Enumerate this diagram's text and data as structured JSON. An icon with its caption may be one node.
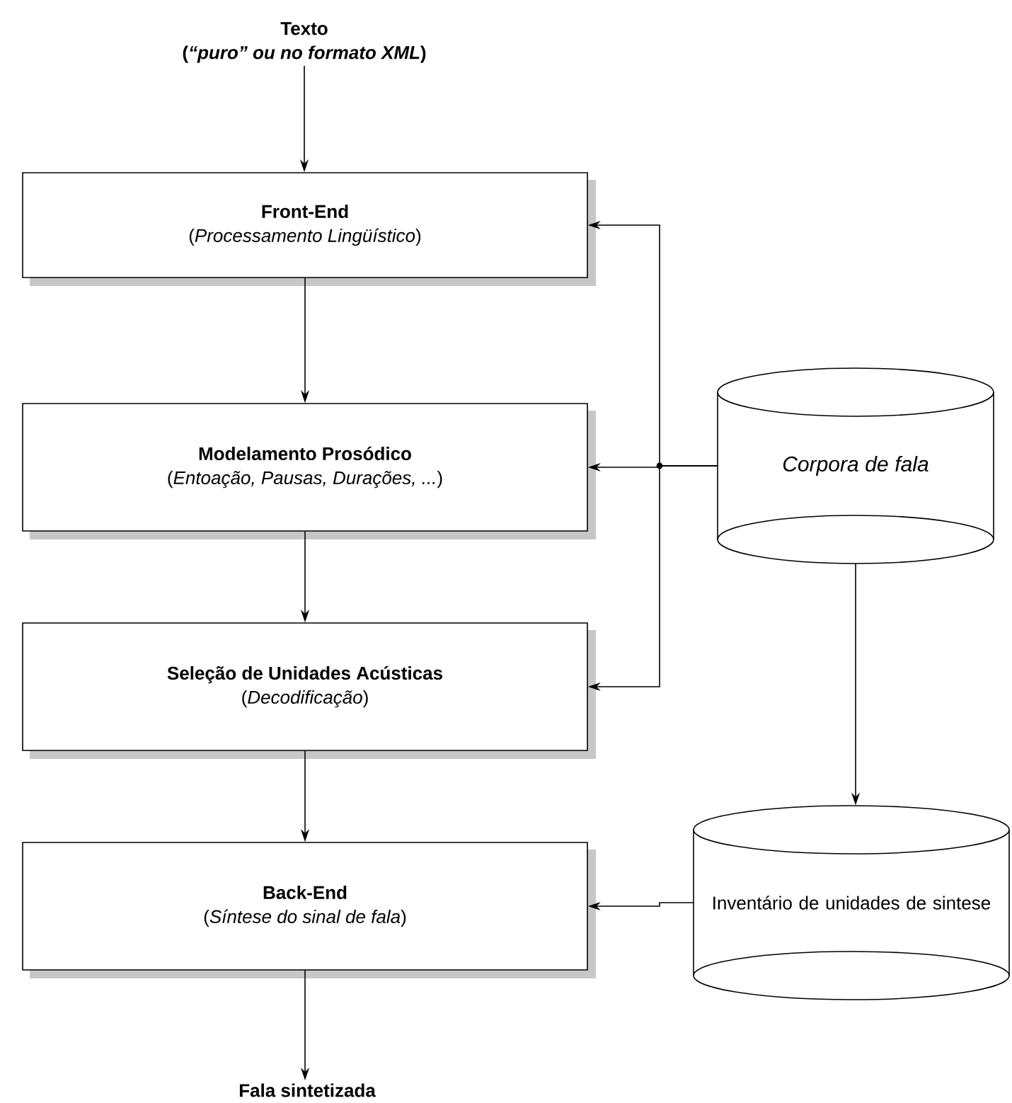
{
  "diagram": {
    "nodes": [
      {
        "text": [
          "Texto",
          "(*“puro” ou no formato XML*)"
        ]
      },
      {
        "text": [
          "Front-End",
          "(*Processamento Lingüístico*)"
        ]
      },
      {
        "text": [
          "Modelamento Prosódico",
          "(*Entoação, Pausas, Durações, ...*)"
        ]
      },
      {
        "text": [
          "Seleção de Unidades Acústicas",
          "(*Decodificação*)"
        ]
      },
      {
        "text": [
          "Back-End",
          "(*Síntese do sinal de fala*)"
        ]
      },
      {
        "text": [
          "Fala sintetizada"
        ]
      },
      {
        "text": [
          "Corpora de fala"
        ]
      },
      {
        "text": [
          "Inventário de unidades de sintese"
        ]
      }
    ],
    "edges": [
      {
        "from": 0,
        "to": 1,
        "arrow": "to"
      },
      {
        "from": 1,
        "to": 2,
        "arrow": "to"
      },
      {
        "from": 2,
        "to": 3,
        "arrow": "to"
      },
      {
        "from": 3,
        "to": 4,
        "arrow": "to"
      },
      {
        "from": 4,
        "to": 5,
        "arrow": "to"
      },
      {
        "from": 6,
        "to": 1,
        "arrow": "to"
      },
      {
        "from": 6,
        "to": 2,
        "arrow": "to"
      },
      {
        "from": 6,
        "to": 3,
        "arrow": "to"
      },
      {
        "from": 6,
        "to": 7,
        "arrow": "to"
      },
      {
        "from": 7,
        "to": 4,
        "arrow": "to"
      }
    ]
  }
}
